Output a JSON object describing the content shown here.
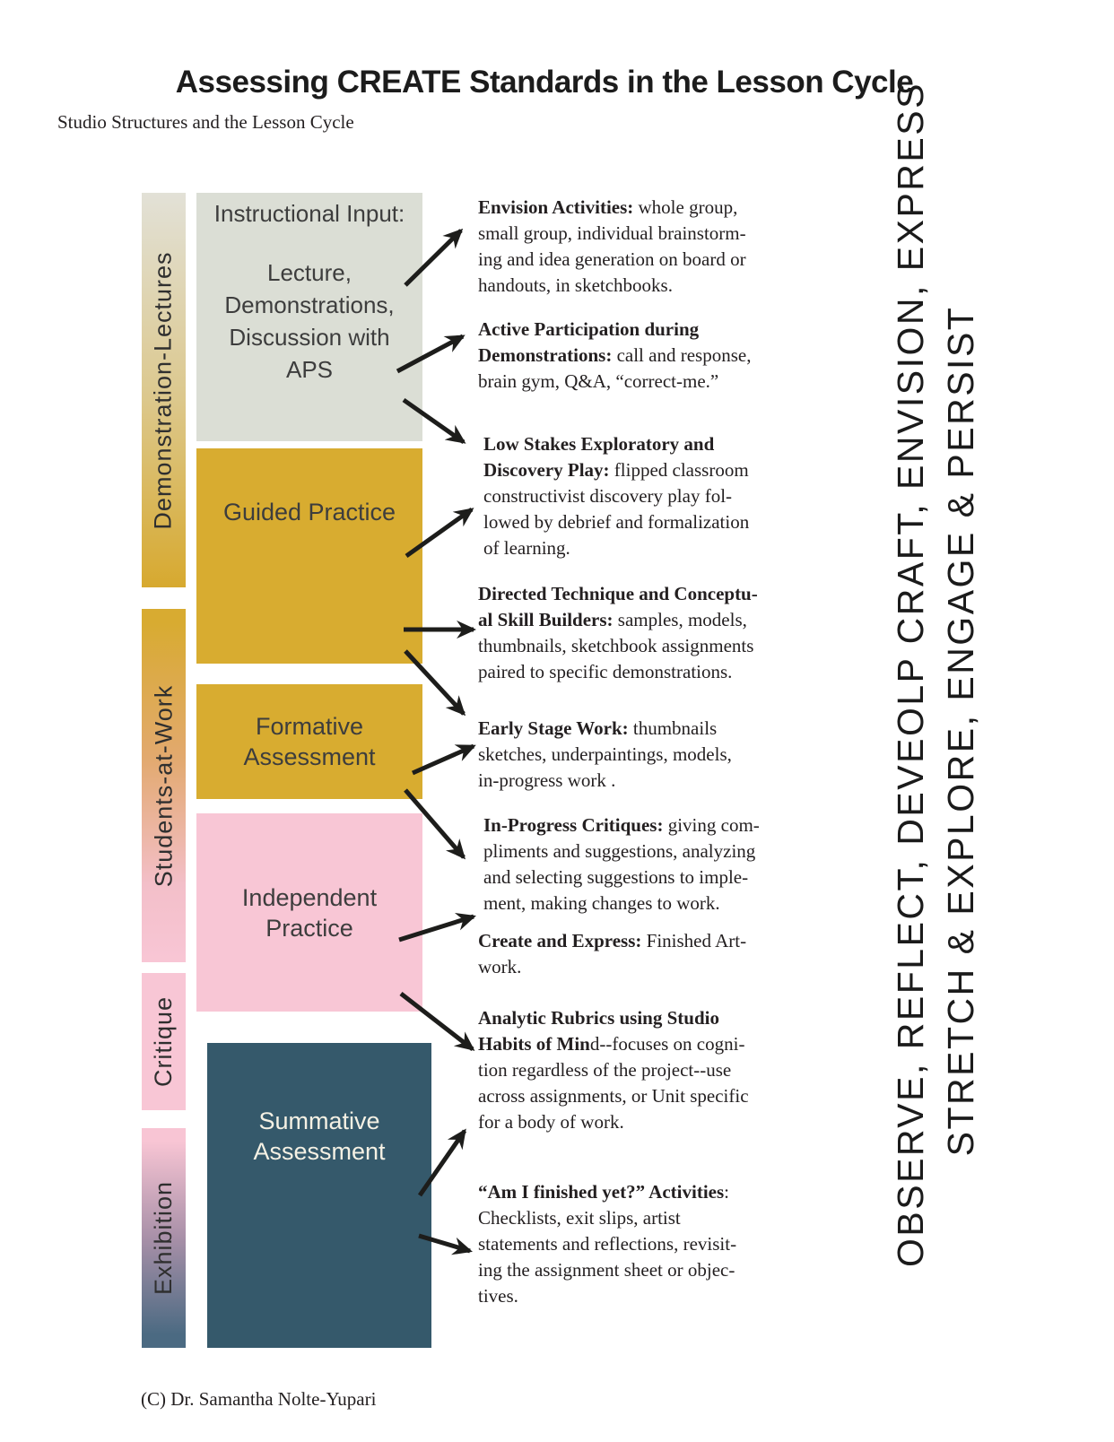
{
  "title": "Assessing CREATE Standards in the Lesson Cycle",
  "subtitle": "Studio Structures and the Lesson Cycle",
  "copyright": "(C) Dr. Samantha Nolte-Yupari",
  "colors": {
    "sage_box": "#dbded5",
    "gold_box": "#d8ac30",
    "pink_box": "#f8c6d5",
    "teal_box": "#35596b",
    "slate_bar_bottom": "#4b6a82",
    "arrow": "#1d1d1b"
  },
  "phase_bars": [
    {
      "label": "Demonstration-Lectures"
    },
    {
      "label": "Students-at-Work"
    },
    {
      "label": "Critique"
    },
    {
      "label": "Exhibition"
    }
  ],
  "stage_boxes": [
    {
      "heading": "Instructional Input:",
      "body_lines": [
        "Lecture,",
        "Demonstrations,",
        "Discussion with",
        "APS"
      ]
    },
    {
      "label_lines": [
        "Guided Practice"
      ]
    },
    {
      "label_lines": [
        "Formative",
        "Assessment"
      ]
    },
    {
      "label_lines": [
        "Independent",
        "Practice"
      ]
    },
    {
      "label_lines": [
        "Summative",
        "Assessment"
      ]
    }
  ],
  "annotations": [
    {
      "name": "envision-activities",
      "lines": [
        [
          "Envision Activities:",
          " whole group,"
        ],
        [
          "",
          "small group, individual brainstorm-"
        ],
        [
          "",
          "ing and idea generation on board or"
        ],
        [
          "",
          "handouts, in sketchbooks."
        ]
      ]
    },
    {
      "name": "active-participation",
      "lines": [
        [
          "Active Participation during",
          ""
        ],
        [
          "Demonstrations:",
          " call and response,"
        ],
        [
          "",
          "brain gym, Q&A, “correct-me.”"
        ]
      ]
    },
    {
      "name": "low-stakes-play",
      "lines": [
        [
          "Low Stakes Exploratory and",
          ""
        ],
        [
          "Discovery Play:",
          " flipped classroom"
        ],
        [
          "",
          "constructivist discovery play fol-"
        ],
        [
          "",
          "lowed by debrief and formalization"
        ],
        [
          "",
          "of learning."
        ]
      ]
    },
    {
      "name": "directed-technique",
      "lines": [
        [
          "Directed Technique and Conceptu-",
          ""
        ],
        [
          "al Skill Builders:",
          " samples, models,"
        ],
        [
          "",
          "thumbnails, sketchbook assignments"
        ],
        [
          "",
          "paired to specific demonstrations."
        ]
      ]
    },
    {
      "name": "early-stage-work",
      "lines": [
        [
          "Early Stage Work:",
          " thumbnails"
        ],
        [
          "",
          "sketches, underpaintings, models,"
        ],
        [
          "",
          "in-progress work ."
        ]
      ]
    },
    {
      "name": "in-progress-critiques",
      "lines": [
        [
          "In-Progress Critiques:",
          " giving com-"
        ],
        [
          "",
          "pliments and suggestions, analyzing"
        ],
        [
          "",
          "and selecting suggestions to imple-"
        ],
        [
          "",
          "ment, making changes to work."
        ]
      ]
    },
    {
      "name": "create-and-express",
      "lines": [
        [
          "Create and Express:",
          " Finished Art-"
        ],
        [
          "",
          "work."
        ]
      ]
    },
    {
      "name": "analytic-rubrics",
      "lines": [
        [
          "Analytic Rubrics using Studio",
          ""
        ],
        [
          "Habits of Min",
          "d--focuses on cogni-"
        ],
        [
          "",
          "tion regardless of the project--use"
        ],
        [
          "",
          "across assignments, or Unit specific"
        ],
        [
          "",
          "for a body of work."
        ]
      ]
    },
    {
      "name": "am-i-finished",
      "lines": [
        [
          "“Am I finished yet?” Activities",
          ":"
        ],
        [
          "",
          "Checklists, exit slips, artist"
        ],
        [
          "",
          "statements and reflections, revisit-"
        ],
        [
          "",
          "ing the assignment sheet or objec-"
        ],
        [
          "",
          "tives."
        ]
      ]
    }
  ],
  "vertical_banner": {
    "line1": "OBSERVE, REFLECT, DEVEOLP CRAFT, ENVISION, EXPRESS",
    "line2": "STRETCH & EXPLORE, ENGAGE & PERSIST"
  }
}
